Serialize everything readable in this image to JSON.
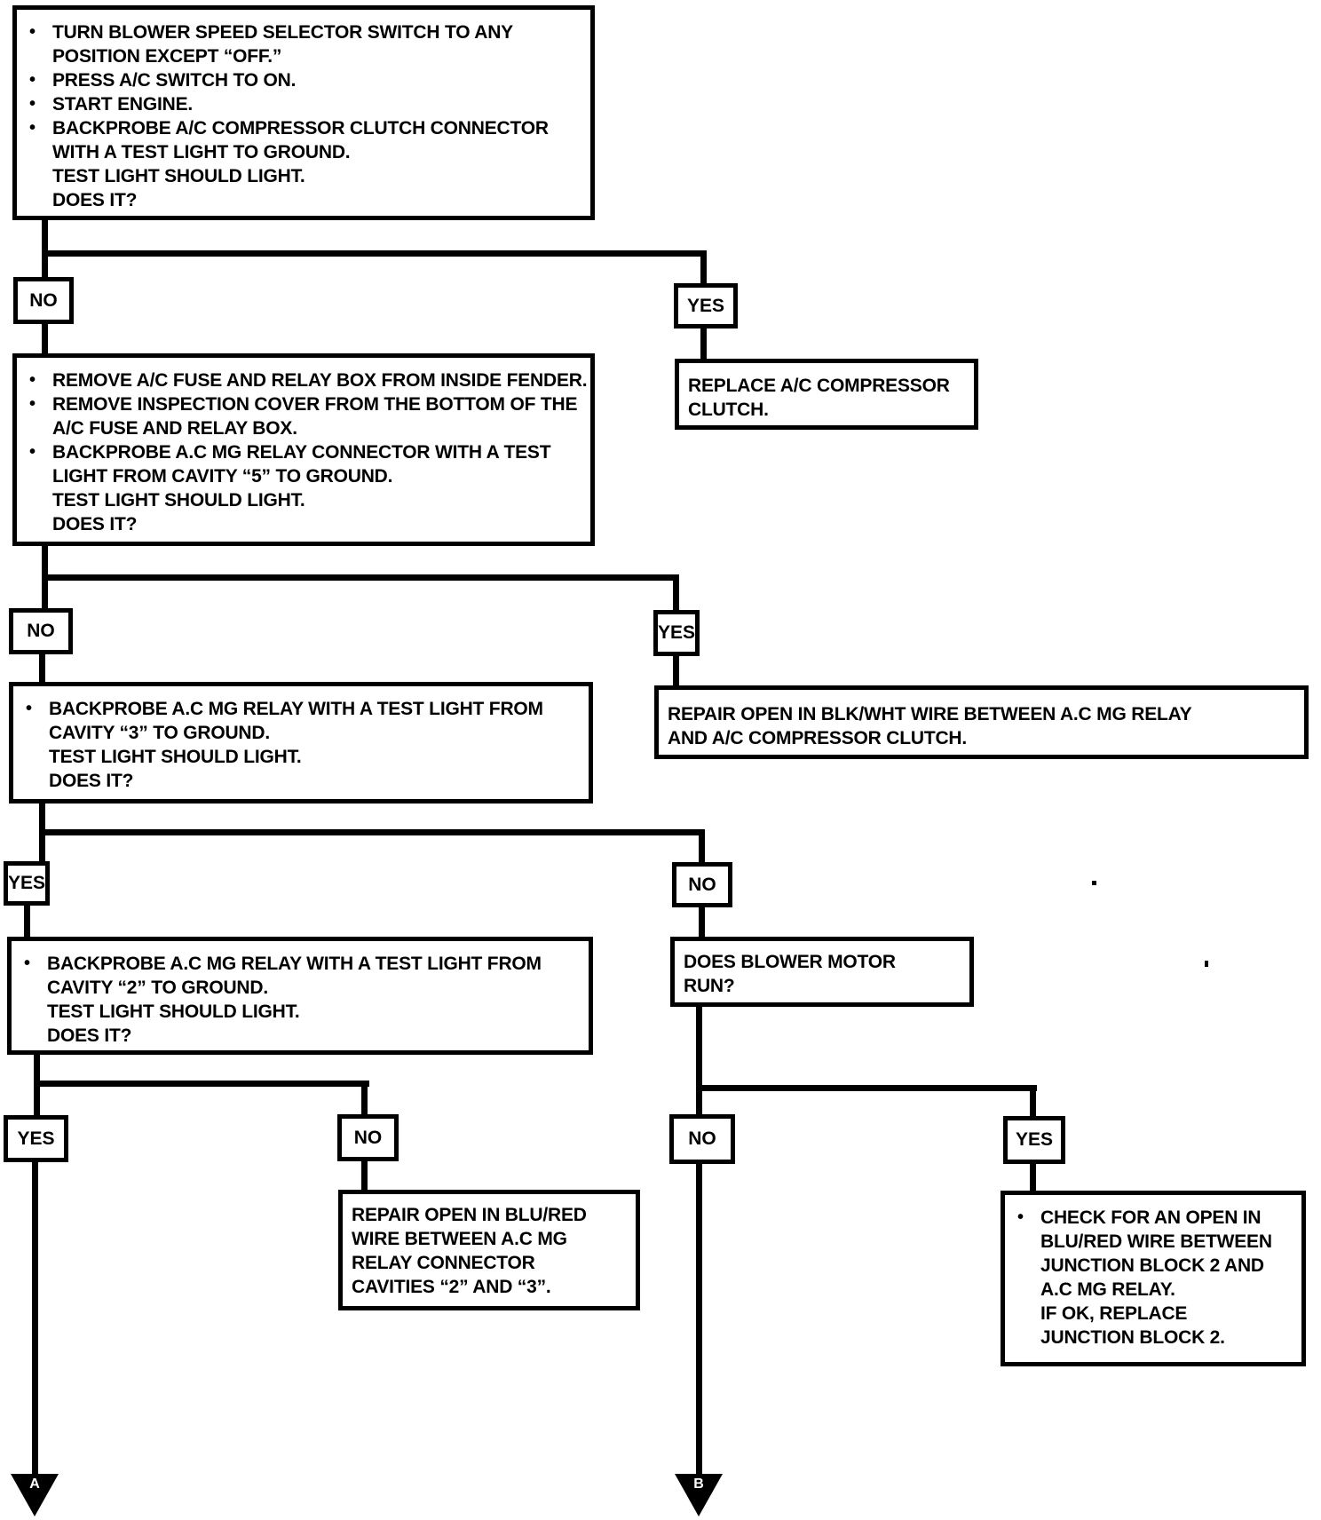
{
  "page": {
    "background": "#ffffff",
    "ink": "#000000"
  },
  "flowchart": {
    "steps": {
      "step1": {
        "lines": [
          "TURN BLOWER SPEED SELECTOR SWITCH TO ANY",
          "POSITION EXCEPT “OFF.”",
          "PRESS A/C SWITCH TO ON.",
          "START ENGINE.",
          "BACKPROBE A/C COMPRESSOR CLUTCH CONNECTOR",
          "WITH A TEST LIGHT TO GROUND.",
          "TEST LIGHT SHOULD LIGHT.",
          "DOES IT?"
        ]
      },
      "step2": {
        "lines": [
          "REMOVE A/C FUSE AND RELAY BOX FROM INSIDE FENDER.",
          "REMOVE INSPECTION COVER FROM THE BOTTOM OF THE",
          "A/C FUSE AND RELAY BOX.",
          "BACKPROBE A.C MG RELAY CONNECTOR WITH A TEST",
          "LIGHT FROM CAVITY “5” TO GROUND.",
          "TEST LIGHT SHOULD LIGHT.",
          "DOES IT?"
        ]
      },
      "step3": {
        "lines": [
          "BACKPROBE A.C MG RELAY WITH A TEST LIGHT FROM",
          "CAVITY “3” TO GROUND.",
          "TEST LIGHT SHOULD LIGHT.",
          "DOES IT?"
        ]
      },
      "step4": {
        "lines": [
          "BACKPROBE A.C MG RELAY WITH A TEST LIGHT FROM",
          "CAVITY “2” TO GROUND.",
          "TEST LIGHT SHOULD LIGHT.",
          "DOES IT?"
        ]
      },
      "replace_clutch": {
        "lines": [
          "REPLACE A/C COMPRESSOR",
          "CLUTCH."
        ]
      },
      "repair_blkwht": {
        "lines": [
          "REPAIR OPEN IN BLK/WHT WIRE BETWEEN A.C MG RELAY",
          "AND A/C COMPRESSOR CLUTCH."
        ]
      },
      "blower_run": {
        "lines": [
          "DOES BLOWER MOTOR",
          "RUN?"
        ]
      },
      "repair_blured": {
        "lines": [
          "REPAIR OPEN IN BLU/RED",
          "WIRE BETWEEN A.C MG",
          "RELAY CONNECTOR",
          "CAVITIES “2” AND “3”."
        ]
      },
      "check_junction": {
        "lines": [
          "CHECK FOR AN OPEN IN",
          "BLU/RED WIRE BETWEEN",
          "JUNCTION BLOCK 2 AND",
          "A.C MG RELAY.",
          "IF OK, REPLACE",
          "JUNCTION BLOCK 2."
        ]
      }
    },
    "decisions": {
      "d1_no": "NO",
      "d1_yes": "YES",
      "d2_no": "NO",
      "d2_yes": "YES",
      "d3_yes": "YES",
      "d3_no": "NO",
      "d4_yes": "YES",
      "d4_no": "NO",
      "d5_no": "NO",
      "d5_yes": "YES"
    },
    "offpage_connectors": {
      "a": "A",
      "b": "B"
    }
  }
}
